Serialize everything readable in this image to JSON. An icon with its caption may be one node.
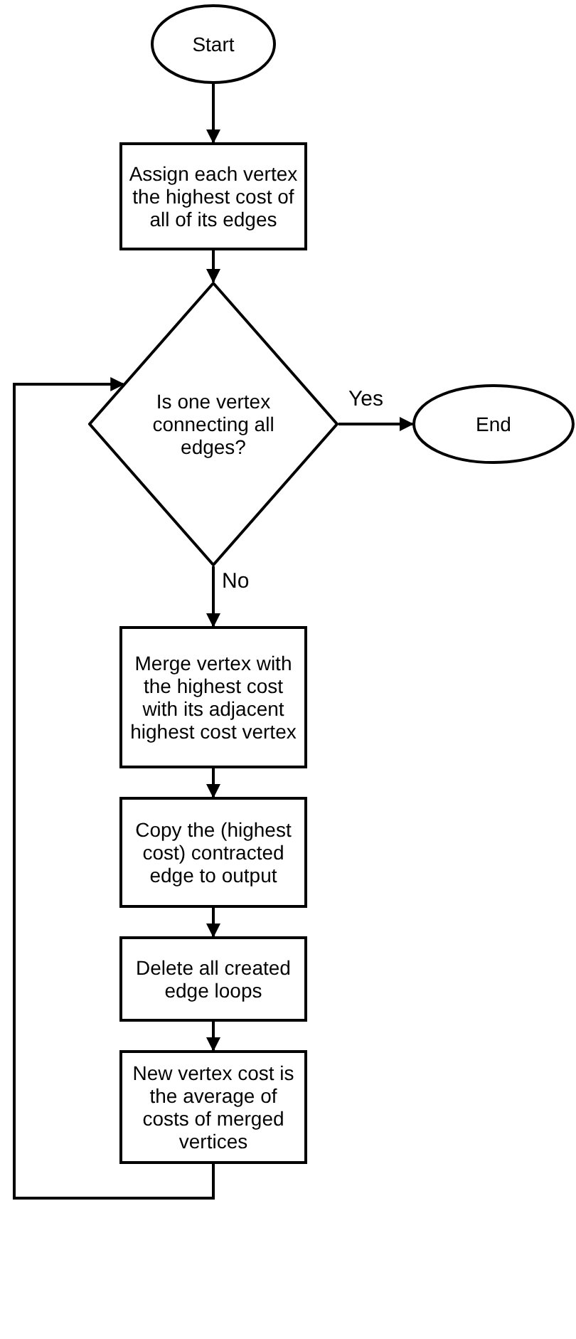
{
  "diagram": {
    "nodes": [
      {
        "text": [
          "Start"
        ]
      },
      {
        "text": [
          "Assign each vertex the highest cost of all of its edges"
        ]
      },
      {
        "text": [
          "Is one vertex connecting all edges?"
        ]
      },
      {
        "text": [
          "End"
        ]
      },
      {
        "text": [
          "Merge vertex with the highest cost with its adjacent highest cost vertex"
        ]
      },
      {
        "text": [
          "Copy the (highest cost) contracted edge to output"
        ]
      },
      {
        "text": [
          "Delete all created edge loops"
        ]
      },
      {
        "text": [
          "New vertex cost is the average of costs of merged vertices"
        ]
      }
    ],
    "edges": [
      {
        "from": 0,
        "to": 1,
        "arrow": "to"
      },
      {
        "from": 1,
        "to": 2,
        "arrow": "to"
      },
      {
        "from": 2,
        "to": 3,
        "arrow": "to",
        "label": "Yes"
      },
      {
        "from": 2,
        "to": 4,
        "arrow": "to",
        "label": "No"
      },
      {
        "from": 4,
        "to": 5,
        "arrow": "to"
      },
      {
        "from": 5,
        "to": 6,
        "arrow": "to"
      },
      {
        "from": 6,
        "to": 7,
        "arrow": "to"
      },
      {
        "from": 7,
        "to": 2,
        "arrow": "to"
      }
    ]
  }
}
